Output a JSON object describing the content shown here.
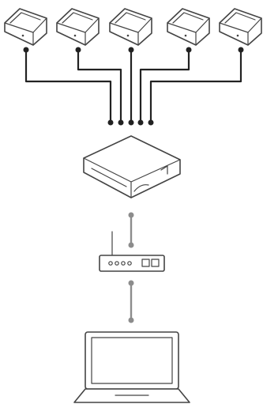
{
  "diagram": {
    "nodes": [
      {
        "id": "sensor-1",
        "icon": "sensor-module-icon"
      },
      {
        "id": "sensor-2",
        "icon": "sensor-module-icon"
      },
      {
        "id": "sensor-3",
        "icon": "sensor-module-icon"
      },
      {
        "id": "sensor-4",
        "icon": "sensor-module-icon"
      },
      {
        "id": "sensor-5",
        "icon": "sensor-module-icon"
      },
      {
        "id": "hub",
        "icon": "hub-device-icon"
      },
      {
        "id": "router",
        "icon": "wireless-router-icon"
      },
      {
        "id": "laptop",
        "icon": "laptop-icon"
      }
    ],
    "edges": [
      {
        "from": "sensor-1",
        "to": "hub",
        "style": "wired"
      },
      {
        "from": "sensor-2",
        "to": "hub",
        "style": "wired"
      },
      {
        "from": "sensor-3",
        "to": "hub",
        "style": "wired"
      },
      {
        "from": "sensor-4",
        "to": "hub",
        "style": "wired"
      },
      {
        "from": "sensor-5",
        "to": "hub",
        "style": "wired"
      },
      {
        "from": "hub",
        "to": "router",
        "style": "network"
      },
      {
        "from": "router",
        "to": "laptop",
        "style": "network"
      }
    ],
    "colors": {
      "outline": "#444444",
      "wired_link": "#222222",
      "network_link": "#8c8c8c",
      "background": "#ffffff"
    }
  }
}
